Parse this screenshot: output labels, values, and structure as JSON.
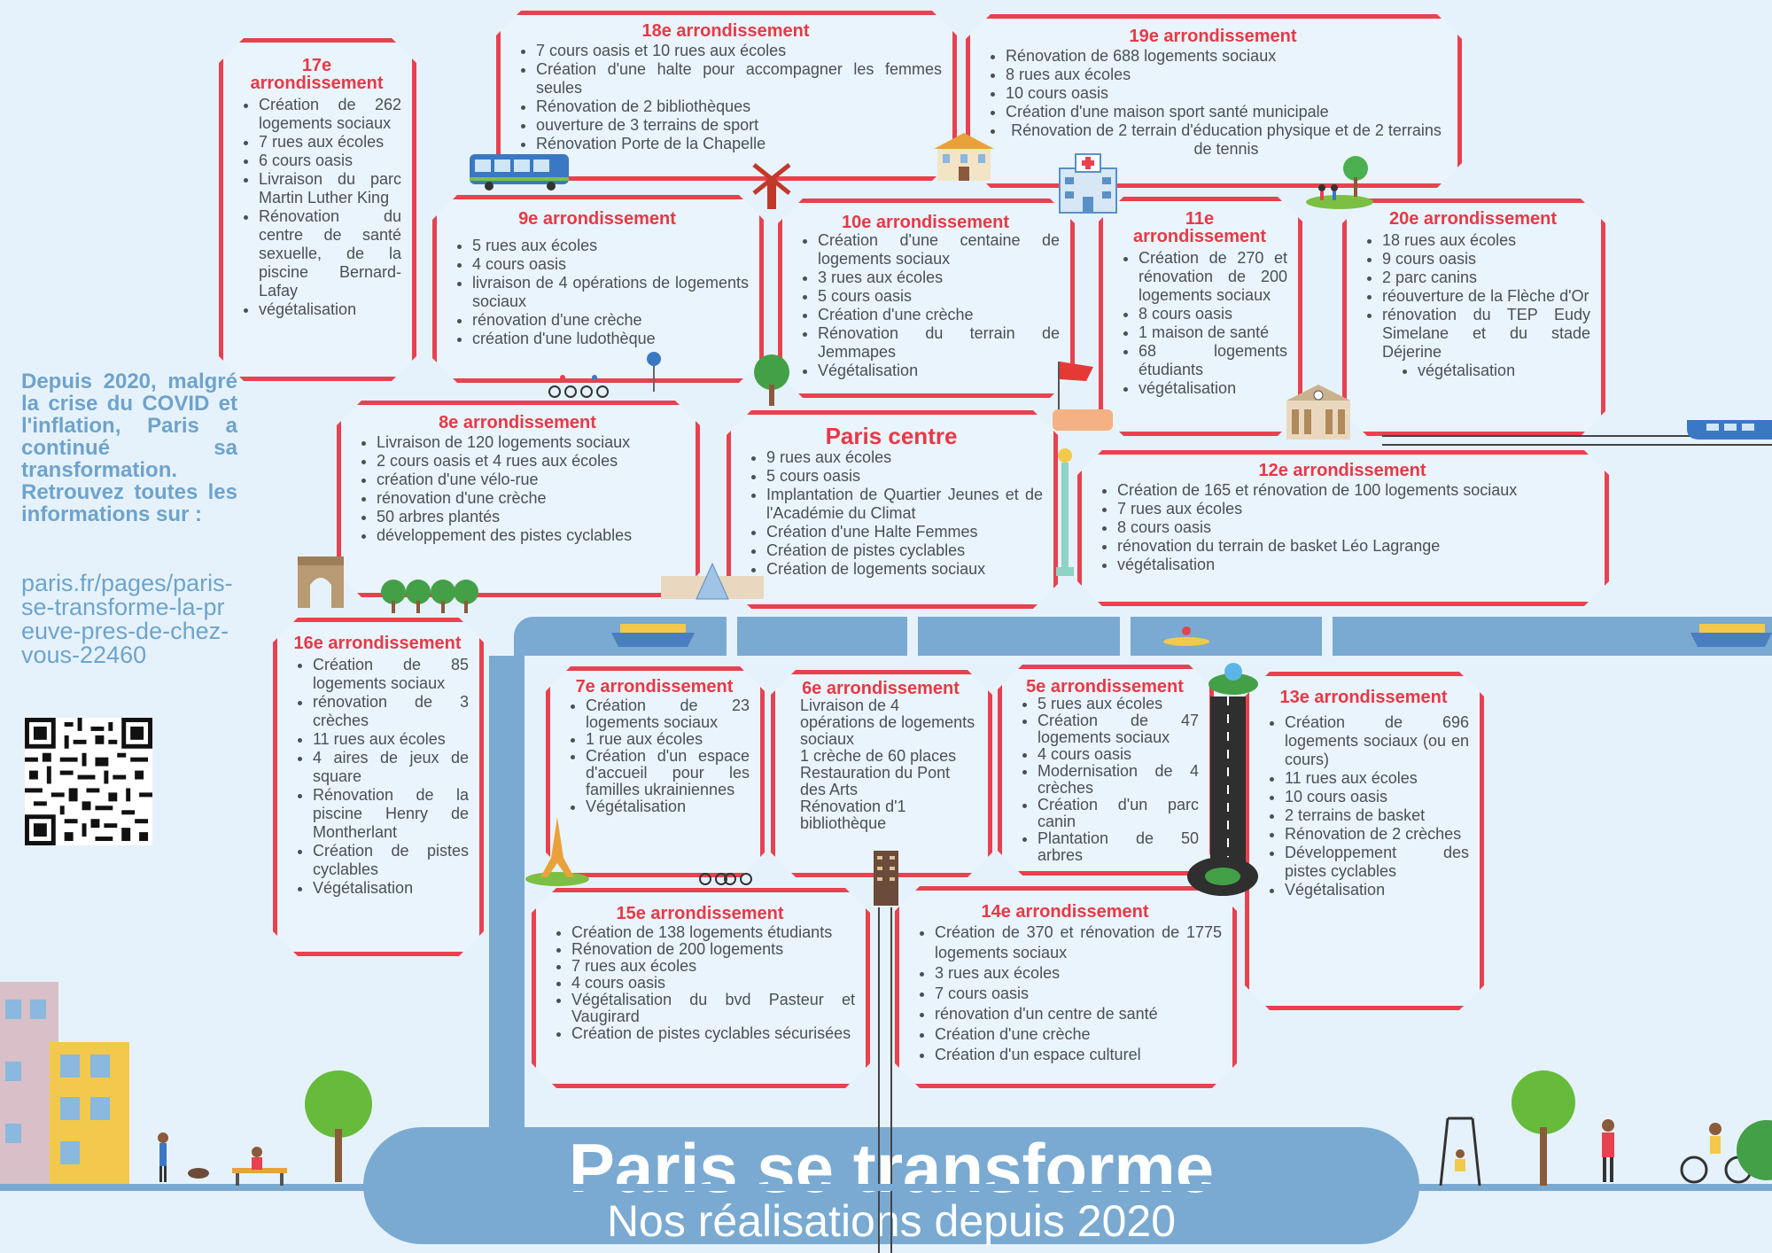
{
  "sidebar": {
    "intro": "Depuis 2020, malgré la crise du COVID et l'inflation, Paris a continué sa transformation. Retrouvez toutes les informations sur :",
    "link": "paris.fr/pages/paris-se-transforme-la-preuve-pres-de-chez-vous-22460"
  },
  "title": {
    "main": "Paris se transforme",
    "sub": "Nos réalisations depuis 2020"
  },
  "colors": {
    "accent": "#e63946",
    "river": "#7aaad1",
    "background": "#e6f2fb",
    "text": "#4a4f57"
  },
  "arrondissements": {
    "a17": {
      "title": "17e arrondissement",
      "items": [
        "Création de 262 logements sociaux",
        "7 rues aux écoles",
        "6 cours oasis",
        "Livraison du parc Martin Luther King",
        "Rénovation du centre de santé sexuelle, de la piscine Bernard-Lafay",
        "végétalisation"
      ]
    },
    "a18": {
      "title": "18e arrondissement",
      "items": [
        "7 cours oasis et 10 rues aux écoles",
        "Création d'une halte pour accompagner les femmes seules",
        "Rénovation de 2 bibliothèques",
        "ouverture de 3 terrains de sport",
        "Rénovation Porte de la Chapelle"
      ]
    },
    "a19": {
      "title": "19e arrondissement",
      "items": [
        "Rénovation de 688 logements sociaux",
        "8 rues aux écoles",
        "10 cours oasis",
        "Création d'une maison sport santé municipale",
        "Rénovation de 2 terrain d'éducation physique et de 2 terrains de tennis"
      ]
    },
    "a9": {
      "title": "9e arrondissement",
      "items": [
        "5 rues aux écoles",
        "4 cours oasis",
        "livraison de 4 opérations de logements sociaux",
        "rénovation d'une crèche",
        "création d'une ludothèque"
      ]
    },
    "a10": {
      "title": "10e arrondissement",
      "items": [
        "Création d'une centaine de logements sociaux",
        "3 rues aux écoles",
        "5 cours oasis",
        "Création d'une crèche",
        "Rénovation du terrain de Jemmapes",
        "Végétalisation"
      ]
    },
    "a11": {
      "title": "11e arrondissement",
      "items": [
        "Création de 270 et rénovation de 200 logements sociaux",
        "8 cours oasis",
        "1 maison de santé",
        "68 logements étudiants",
        "végétalisation"
      ]
    },
    "a20": {
      "title": "20e arrondissement",
      "items": [
        "18 rues aux écoles",
        "9 cours oasis",
        "2 parc canins",
        "réouverture de la Flèche d'Or",
        "rénovation du TEP Eudy Simelane et du stade Déjerine",
        "végétalisation"
      ]
    },
    "a8": {
      "title": "8e arrondissement",
      "items": [
        "Livraison de 120 logements sociaux",
        "2 cours oasis et 4 rues aux écoles",
        "création d'une vélo-rue",
        "rénovation d'une crèche",
        "50 arbres plantés",
        "développement des pistes cyclables"
      ]
    },
    "centre": {
      "title": "Paris centre",
      "items": [
        "9 rues aux écoles",
        "5 cours oasis",
        "Implantation de Quartier Jeunes et de l'Académie du Climat",
        "Création d'une Halte Femmes",
        "Création de pistes cyclables",
        "Création de logements sociaux"
      ]
    },
    "a12": {
      "title": "12e arrondissement",
      "items": [
        "Création de 165 et rénovation de 100 logements sociaux",
        "7 rues aux écoles",
        "8 cours oasis",
        "rénovation du terrain de basket Léo Lagrange",
        "végétalisation"
      ]
    },
    "a16": {
      "title": "16e arrondissement",
      "items": [
        "Création de 85 logements sociaux",
        "rénovation de 3 crèches",
        "11 rues aux écoles",
        "4 aires de jeux de square",
        "Rénovation de la piscine Henry de Montherlant",
        "Création de pistes cyclables",
        "Végétalisation"
      ]
    },
    "a7": {
      "title": "7e arrondissement",
      "items": [
        "Création de 23 logements sociaux",
        "1 rue aux écoles",
        "Création d'un espace d'accueil pour les familles ukrainiennes",
        "Végétalisation"
      ]
    },
    "a6": {
      "title": "6e arrondissement",
      "items": [
        "Livraison de 4 opérations de logements sociaux",
        "1 crèche de 60 places",
        "Restauration du Pont des Arts",
        "Rénovation d'1 bibliothèque"
      ]
    },
    "a5": {
      "title": "5e arrondissement",
      "items": [
        "5 rues aux écoles",
        "Création de 47 logements sociaux",
        "4 cours oasis",
        "Modernisation de 4 crèches",
        "Création d'un parc canin",
        "Plantation de 50 arbres"
      ]
    },
    "a13": {
      "title": "13e arrondissement",
      "items": [
        "Création de 696 logements sociaux (ou en cours)",
        "11 rues aux écoles",
        "10 cours oasis",
        "2 terrains de basket",
        "Rénovation de 2 crèches",
        "Développement des pistes cyclables",
        "Végétalisation"
      ]
    },
    "a15": {
      "title": "15e arrondissement",
      "items": [
        "Création de 138 logements étudiants",
        "Rénovation de 200 logements",
        "7 rues aux écoles",
        "4 cours oasis",
        "Végétalisation du bvd Pasteur et Vaugirard",
        "Création de pistes cyclables sécurisées"
      ]
    },
    "a14": {
      "title": "14e arrondissement",
      "items": [
        "Création de 370 et rénovation de 1775 logements sociaux",
        "3 rues aux écoles",
        "7 cours oasis",
        "rénovation d'un centre de santé",
        "Création d'une crèche",
        "Création d'un espace culturel"
      ]
    }
  }
}
